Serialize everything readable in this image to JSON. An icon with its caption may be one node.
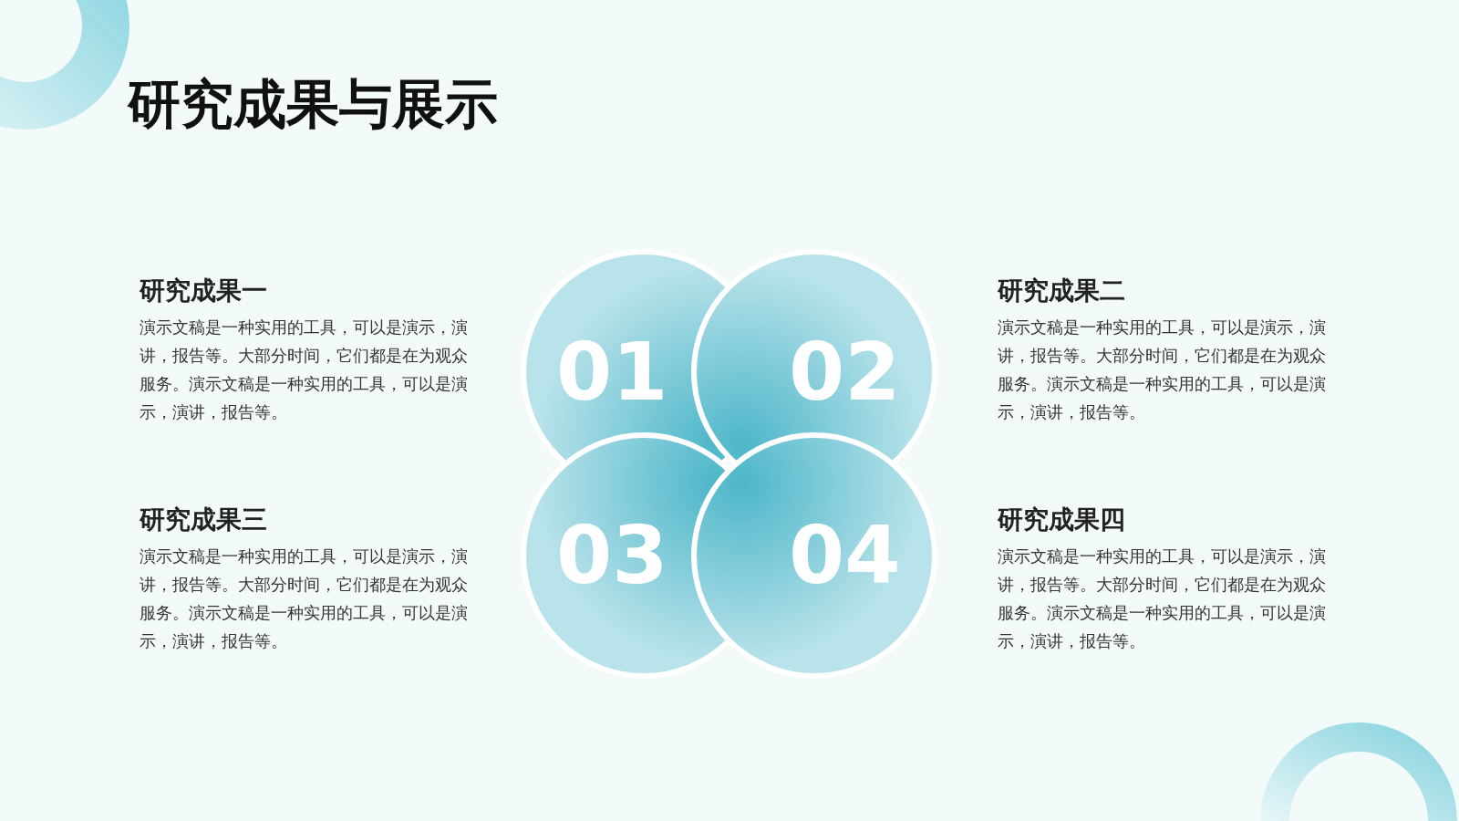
{
  "diagram": {
    "title": "研究成果与展示",
    "nodes": [
      {
        "text": [
          "01"
        ],
        "beside": [
          "研究成果一",
          "演示文稿是一种实用的工具，可以是演示，演讲，报告等。大部分时间，它们都是在为观众服务。演示文稿是一种实用的工具，可以是演示，演讲，报告等。"
        ]
      },
      {
        "text": [
          "02"
        ],
        "beside": [
          "研究成果二",
          "演示文稿是一种实用的工具，可以是演示，演讲，报告等。大部分时间，它们都是在为观众服务。演示文稿是一种实用的工具，可以是演示，演讲，报告等。"
        ]
      },
      {
        "text": [
          "03"
        ],
        "beside": [
          "研究成果三",
          "演示文稿是一种实用的工具，可以是演示，演讲，报告等。大部分时间，它们都是在为观众服务。演示文稿是一种实用的工具，可以是演示，演讲，报告等。"
        ]
      },
      {
        "text": [
          "04"
        ],
        "beside": [
          "研究成果四",
          "演示文稿是一种实用的工具，可以是演示，演讲，报告等。大部分时间，它们都是在为观众服务。演示文稿是一种实用的工具，可以是演示，演讲，报告等。"
        ]
      }
    ]
  }
}
